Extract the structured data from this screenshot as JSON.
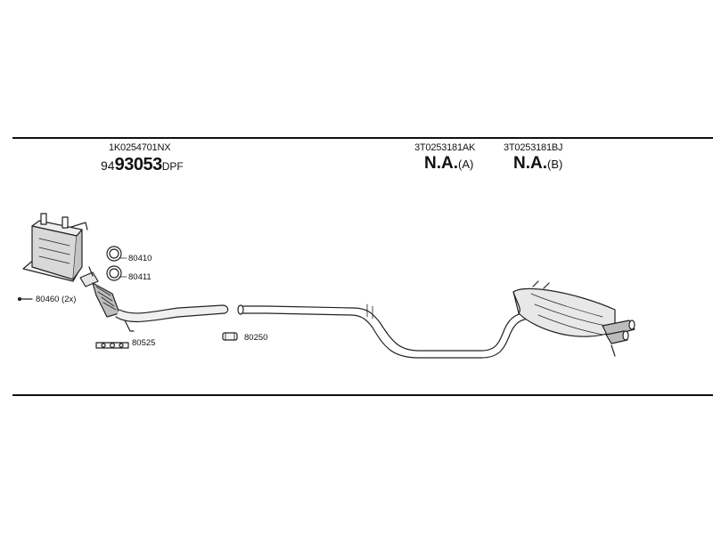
{
  "diagram": {
    "front_section": {
      "part_number": "1K0254701NX",
      "code_prefix": "94",
      "code_main": "93053",
      "code_suffix": "DPF"
    },
    "middle_section": {
      "part_number": "3T0253181AK",
      "status": "N.A.",
      "variant": "(A)"
    },
    "rear_section": {
      "part_number": "3T0253181BJ",
      "status": "N.A.",
      "variant": "(B)"
    },
    "parts": {
      "gasket_1": "80410",
      "gasket_2": "80411",
      "clamp_bolt": "80460 (2x)",
      "flange_gasket": "80525",
      "pipe_clamp": "80250"
    }
  }
}
